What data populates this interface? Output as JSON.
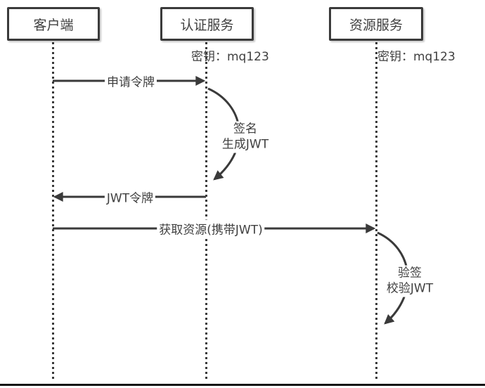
{
  "diagram": {
    "type": "sequence-diagram",
    "actors": [
      {
        "id": "client",
        "label": "客户端"
      },
      {
        "id": "auth-service",
        "label": "认证服务",
        "secret_label": "密钥：mq123"
      },
      {
        "id": "res-service",
        "label": "资源服务",
        "secret_label": "密钥：mq123"
      }
    ],
    "messages": [
      {
        "id": "request-token",
        "from": "客户端",
        "to": "认证服务",
        "label": "申请令牌"
      },
      {
        "id": "jwt-token",
        "from": "认证服务",
        "to": "客户端",
        "label": "JWT令牌"
      },
      {
        "id": "get-resource",
        "from": "客户端",
        "to": "资源服务",
        "label": "获取资源(携带JWT)"
      }
    ],
    "self_actions": [
      {
        "id": "sign-generate-jwt",
        "actor": "认证服务",
        "line1": "签名",
        "line2": "生成JWT"
      },
      {
        "id": "verify-check-jwt",
        "actor": "资源服务",
        "line1": "验签",
        "line2": "校验JWT"
      }
    ]
  },
  "colors": {
    "line": "#3a3a3a",
    "text": "#404040",
    "background": "#ffffff",
    "bottom_rule": "#141414"
  }
}
